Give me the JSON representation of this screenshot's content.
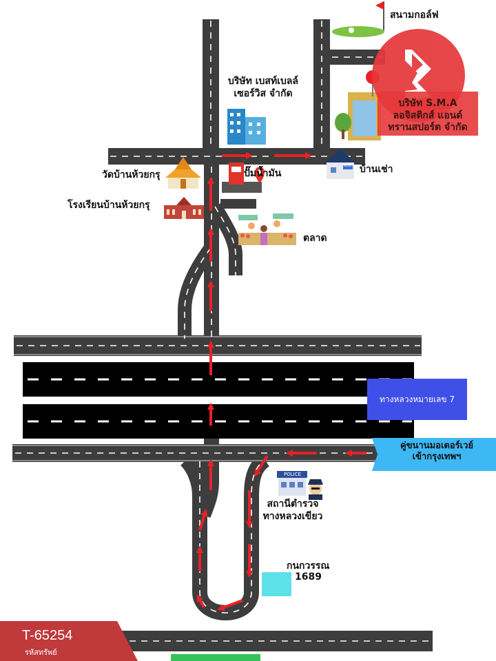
{
  "labels": {
    "golf": "สนามกอล์ฟ",
    "company1_line1": "บริษัท เบสท์เบลล์",
    "company1_line2": "เซอร์วิส  จำกัด",
    "company2_line1": "บริษัท S.M.A",
    "company2_line2": "ลอจิสติกส์ แอนด์",
    "company2_line3": "ทรานสปอร์ต จำกัด",
    "rental": "บ้านเช่า",
    "temple": "วัดบ้านห้วยกรุ",
    "gas": "ปั๊มน้ำมัน",
    "school": "โรงเรียนบ้านห้วยกรุ",
    "market": "ตลาด",
    "highway": "ทางหลวงหมายเลข 7",
    "frontage_line1": "คู่ขนานมอเตอร์เวย์",
    "frontage_line2": "เข้ากรุงเทพฯ",
    "police_line1": "สถานีตำรวจ",
    "police_line2": "ทางหลวงเขียว",
    "police_sign": "POLICE",
    "plot_owner": "กนกวรรณ",
    "plot_number": "1689",
    "rental_sign": "RENT"
  },
  "property": {
    "code": "T-65254",
    "code_label": "รหัสทรัพย์"
  },
  "colors": {
    "route_arrow": "#e82127",
    "road": "#3d3d3d",
    "highway": "#000000",
    "plot": "#5ee0e8",
    "highway_label_bg": "#3f50e8",
    "frontage_label_bg": "#3db8f5",
    "code_bg": "#c0393b",
    "logo_bg": "#e5393b"
  },
  "icons": [
    "golf-flag-icon",
    "office-building-icon",
    "red-location-pin-icon",
    "house-icon",
    "temple-icon",
    "gas-pump-icon",
    "school-icon",
    "market-stall-icon",
    "police-station-icon",
    "police-officer-icon",
    "logo-b-icon"
  ]
}
